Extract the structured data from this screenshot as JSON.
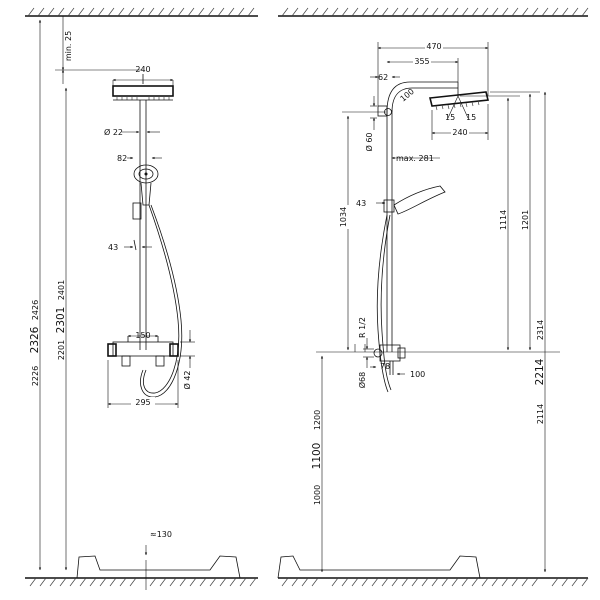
{
  "left_view": {
    "min_25": "min. 25",
    "w_240": "240",
    "d_22": "Ø 22",
    "d_82": "82",
    "d_43": "43",
    "d_150": "150",
    "d_42": "Ø 42",
    "w_295": "295",
    "v_130": "≈130",
    "h_2426": "2426",
    "h_2326": "2326",
    "h_2226": "2226",
    "h_2401": "2401",
    "h_2301": "2301",
    "h_2201": "2201"
  },
  "right_view": {
    "w_470": "470",
    "w_355": "355",
    "w_62": "62",
    "a_100": "100",
    "d_60": "Ø 60",
    "max_281": "max. 281",
    "a_15a": "15",
    "a_15b": "15",
    "w_240": "240",
    "d_43": "43",
    "h_1034": "1034",
    "h_1114": "1114",
    "h_1201": "1201",
    "h_2314": "2314",
    "h_2214": "2214",
    "h_2114": "2114",
    "r_half": "R 1/2",
    "d_68": "Ø68",
    "d_78": "78",
    "d_100": "100",
    "h_1200": "1200",
    "h_1100": "1100",
    "h_1000": "1000"
  }
}
